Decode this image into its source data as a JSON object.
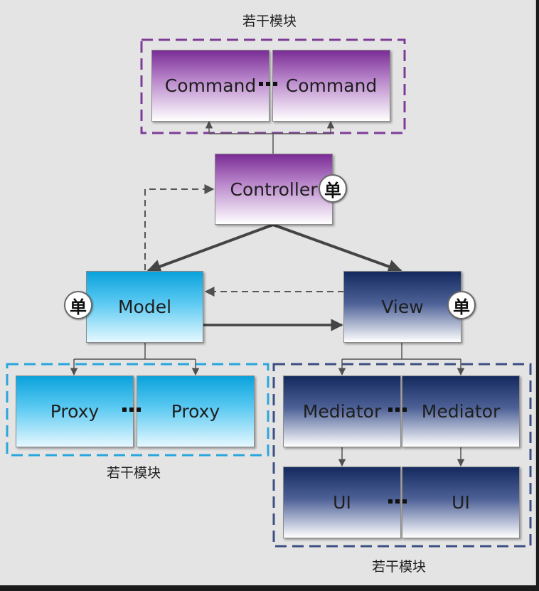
{
  "title": "若干模块",
  "groups": {
    "commands_label": "若干模块",
    "proxies_label": "若干模块",
    "mediators_label": "若干模块"
  },
  "nodes": {
    "command_left": "Command",
    "command_right": "Command",
    "controller": "Controller",
    "model": "Model",
    "view": "View",
    "proxy_left": "Proxy",
    "proxy_right": "Proxy",
    "mediator_left": "Mediator",
    "mediator_right": "Mediator",
    "ui_left": "UI",
    "ui_right": "UI"
  },
  "badges": {
    "controller": "单",
    "model": "单",
    "view": "单"
  },
  "colors": {
    "command_group_border": "#7d3c98",
    "proxy_group_border": "#2aa6dc",
    "mediator_group_border": "#3d4f82",
    "connector": "#555555"
  }
}
